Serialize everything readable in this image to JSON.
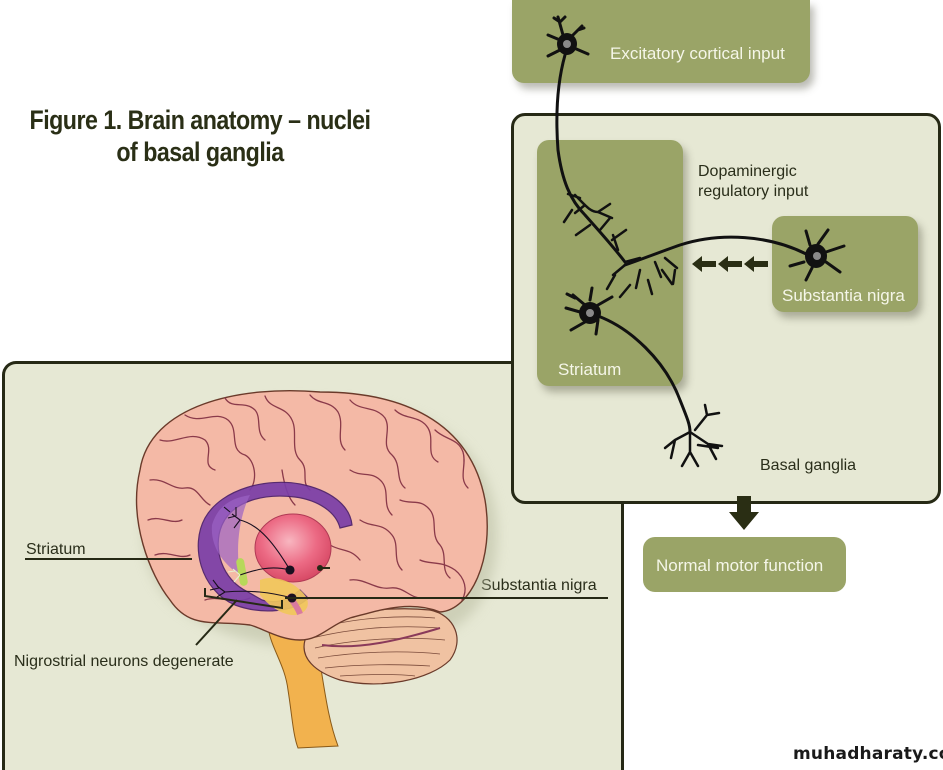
{
  "figure": {
    "title_line1": "Figure 1. Brain anatomy – nuclei",
    "title_line2": "of basal ganglia"
  },
  "circuit": {
    "excitatory_box": "Excitatory cortical input",
    "dopaminergic_label_line1": "Dopaminergic",
    "dopaminergic_label_line2": "regulatory input",
    "striatum_box": "Striatum",
    "substantia_nigra_box": "Substantia nigra",
    "basal_ganglia_label": "Basal ganglia",
    "output_box": "Normal motor function",
    "arrow_count": 3
  },
  "brain": {
    "striatum_label": "Striatum",
    "substantia_nigra_label": "Substantia nigra",
    "nigrostriatal_label": "Nigrostrial neurons degenerate"
  },
  "colors": {
    "box_green": "#9aa467",
    "panel_bg": "#e6e8d4",
    "border_dark": "#262915",
    "brain_pink": "#f4b9a6",
    "striatum_purple": "#7a3ea8",
    "thalamus_red": "#e9607a",
    "brainstem_orange": "#f2b24e"
  },
  "watermark": "muhadharaty.com"
}
